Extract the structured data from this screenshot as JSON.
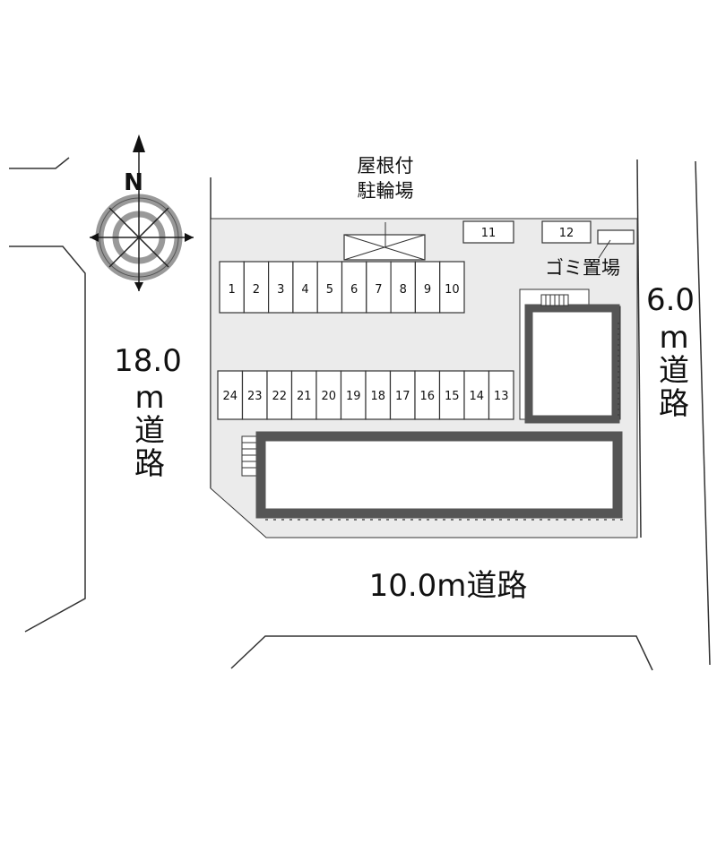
{
  "compass": {
    "north_label": "N",
    "icon": "compass-rose-icon"
  },
  "roads": {
    "west": {
      "width_label": "18.0",
      "unit": "m",
      "char1": "道",
      "char2": "路"
    },
    "east": {
      "width_label": "6.0",
      "unit": "m",
      "char1": "道",
      "char2": "路"
    },
    "south": {
      "label": "10.0m道路"
    }
  },
  "facilities": {
    "bike_parking": {
      "line1": "屋根付",
      "line2": "駐輪場"
    },
    "garbage": {
      "label": "ゴミ置場"
    }
  },
  "parking": {
    "top_row": [
      "1",
      "2",
      "3",
      "4",
      "5",
      "6",
      "7",
      "8",
      "9",
      "10"
    ],
    "bottom_row": [
      "24",
      "23",
      "22",
      "21",
      "20",
      "19",
      "18",
      "17",
      "16",
      "15",
      "14",
      "13"
    ],
    "separate": [
      "11",
      "12"
    ]
  },
  "colors": {
    "lot_fill": "#ebebeb",
    "building_outline": "#555555",
    "line": "#333333",
    "compass_gray": "#999999"
  }
}
